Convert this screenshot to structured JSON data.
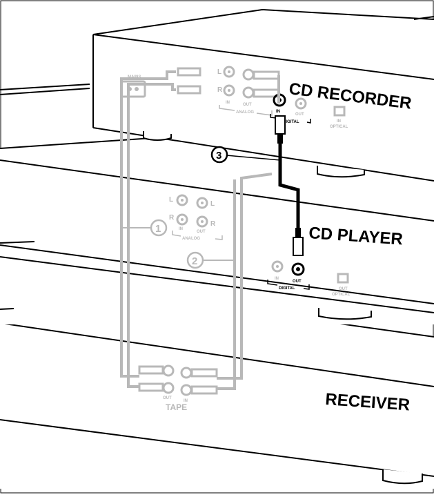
{
  "devices": {
    "cd_recorder": {
      "title": "CD RECORDER"
    },
    "cd_player": {
      "title": "CD PLAYER"
    },
    "receiver": {
      "title": "RECEIVER"
    }
  },
  "recorder_panel": {
    "mains": "MAINS",
    "l": "L",
    "r": "R",
    "in": "IN",
    "out": "OUT",
    "analog": "ANALOG",
    "digital": "DIGITAL",
    "digital_in": "IN",
    "digital_out": "OUT",
    "optical_in": "IN",
    "optical": "OPTICAL"
  },
  "player_panel": {
    "l_left": "L",
    "l_right": "L",
    "r_left": "R",
    "r_right": "R",
    "in": "IN",
    "out": "OUT",
    "analog": "ANALOG",
    "digital": "DIGITAL",
    "digital_in": "IN",
    "digital_out": "OUT",
    "optical_out": "OUT",
    "optical": "OPTICAL"
  },
  "receiver_panel": {
    "out": "OUT",
    "in": "IN",
    "tape": "TAPE"
  },
  "callouts": {
    "one": "1",
    "two": "2",
    "three": "3"
  },
  "colors": {
    "grey_cable": "#b8b8b8",
    "black_cable": "#000000",
    "outline": "#000000"
  }
}
